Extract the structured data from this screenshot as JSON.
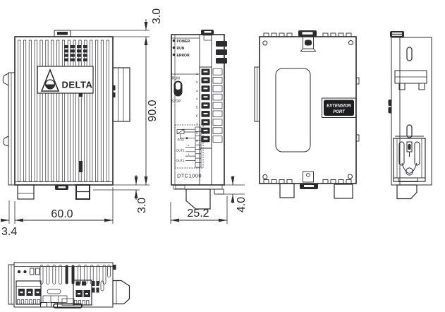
{
  "drawing": {
    "brand": "DELTA",
    "model": "DTC1000",
    "colors": {
      "ink": "#2b2b30",
      "background": "#ffffff",
      "label_bg": "#1d1d20",
      "label_text": "#ffffff"
    },
    "dims": {
      "top_offset": "3.0",
      "height": "90.0",
      "bottom_lip": "3.0",
      "width": "60.0",
      "rail_hook_offset": "3.4",
      "depth": "25.2",
      "clip_protrusion": "4.0"
    },
    "panel": {
      "leds": [
        "POWER",
        "RUN",
        "ERROR"
      ],
      "switch_top": "RUN",
      "switch_bottom": "STOP",
      "terminals": [
        "1",
        "2",
        "3",
        "4",
        "5",
        "6",
        "7",
        "8",
        "9"
      ],
      "wiring": [
        "RTD",
        "OUT2",
        "OUT1"
      ],
      "polarity_mark": "+"
    },
    "back": {
      "port_line1": "EXTENSION",
      "port_line2": "PORT"
    }
  }
}
